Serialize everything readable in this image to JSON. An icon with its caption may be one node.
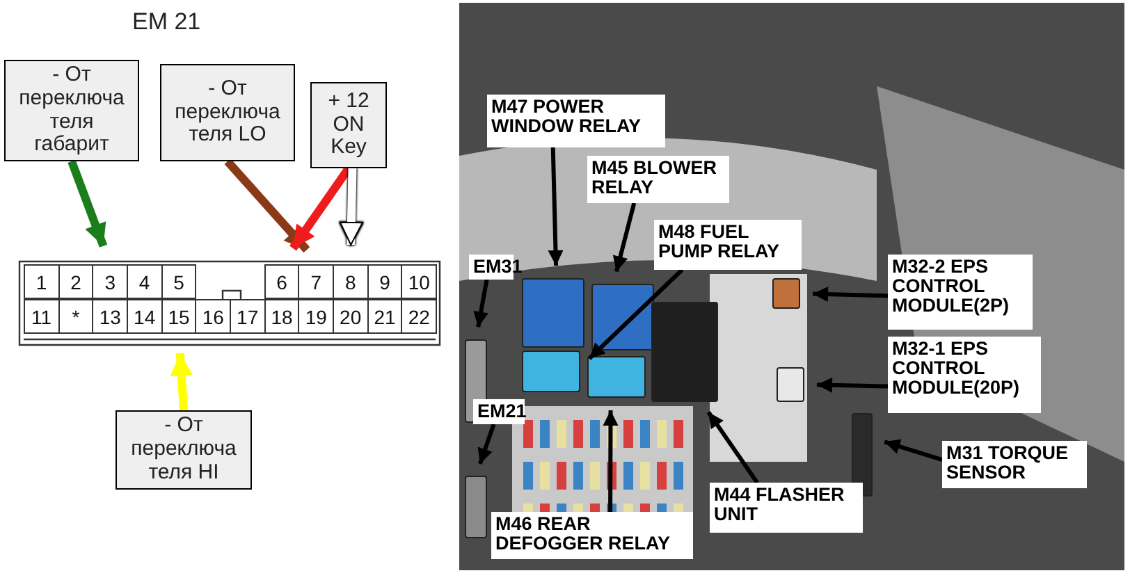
{
  "diagram": {
    "title": "EM 21",
    "nodes": [
      {
        "text": [
          "- От переключа теля габарит"
        ]
      },
      {
        "text": [
          "- От переключа теля LO"
        ]
      },
      {
        "text": [
          "+ 12 ON Key"
        ]
      },
      {
        "text": [],
        "shape": "box"
      },
      {
        "text": [
          "1"
        ],
        "in": 3
      },
      {
        "text": [
          "2"
        ],
        "in": 3
      },
      {
        "text": [
          "3"
        ],
        "in": 3
      },
      {
        "text": [
          "4"
        ],
        "in": 3
      },
      {
        "text": [
          "5"
        ],
        "in": 3
      },
      {
        "text": [
          "6"
        ],
        "in": 3
      },
      {
        "text": [
          "7"
        ],
        "in": 3
      },
      {
        "text": [
          "8"
        ],
        "in": 3
      },
      {
        "text": [
          "9"
        ],
        "in": 3
      },
      {
        "text": [
          "10"
        ],
        "in": 3
      },
      {
        "text": [
          "11"
        ],
        "in": 3
      },
      {
        "text": [
          "*"
        ],
        "in": 3
      },
      {
        "text": [
          "13"
        ],
        "in": 3
      },
      {
        "text": [
          "14"
        ],
        "in": 3
      },
      {
        "text": [
          "15"
        ],
        "in": 3
      },
      {
        "text": [
          "16"
        ],
        "in": 3
      },
      {
        "text": [
          "17"
        ],
        "in": 3
      },
      {
        "text": [
          "18"
        ],
        "in": 3
      },
      {
        "text": [
          "19"
        ],
        "in": 3
      },
      {
        "text": [
          "20"
        ],
        "in": 3
      },
      {
        "text": [
          "21"
        ],
        "in": 3
      },
      {
        "text": [
          "22"
        ],
        "in": 3
      },
      {
        "text": [
          "- От переключа теля HI"
        ]
      },
      {
        "text": [],
        "shape": "picture"
      },
      {
        "text": [
          "M47 POWER WINDOW RELAY"
        ],
        "in": 27
      },
      {
        "text": [
          "M45 BLOWER RELAY"
        ],
        "in": 27
      },
      {
        "text": [
          "M48 FUEL PUMP RELAY"
        ],
        "in": 27
      },
      {
        "text": [
          "EM31"
        ],
        "in": 27
      },
      {
        "text": [
          "M32-2 EPS CONTROL MODULE(2P)"
        ],
        "in": 27
      },
      {
        "text": [
          "M32-1 EPS CONTROL MODULE(20P)"
        ],
        "in": 27
      },
      {
        "text": [
          "EM21"
        ],
        "in": 27
      },
      {
        "text": [
          "M31 TORQUE SENSOR"
        ],
        "in": 27
      },
      {
        "text": [
          "M44 FLASHER UNIT"
        ],
        "in": 27
      },
      {
        "text": [
          "M46 REAR DEFOGGER RELAY"
        ],
        "in": 27
      },
      {
        "text": [],
        "shape": "box",
        "in": 27
      },
      {
        "text": [],
        "shape": "box",
        "in": 27
      },
      {
        "text": [],
        "shape": "box",
        "in": 27
      },
      {
        "text": [],
        "shape": "box",
        "in": 27
      },
      {
        "text": [],
        "shape": "box",
        "in": 27
      },
      {
        "text": [],
        "shape": "box",
        "in": 27
      },
      {
        "text": [],
        "shape": "box",
        "in": 27
      },
      {
        "text": [],
        "shape": "box",
        "in": 27
      },
      {
        "text": [],
        "shape": "box",
        "in": 27
      },
      {
        "text": [],
        "shape": "box",
        "in": 27
      }
    ],
    "edges": [
      {
        "from": 0,
        "to": 6,
        "arrow": "to",
        "style": "thick",
        "color": "#1a7f1a"
      },
      {
        "from": 1,
        "to": 10,
        "arrow": "to",
        "style": "thick",
        "color": "#8b3a17"
      },
      {
        "from": 2,
        "to": 9,
        "arrow": "to",
        "style": "thick",
        "color": "#ee1c1c"
      },
      {
        "from": 2,
        "to": 11,
        "arrow": "to",
        "style": "thick",
        "color": "#ffffff"
      },
      {
        "from": 26,
        "to": 18,
        "arrow": "to",
        "style": "thick",
        "color": "#ffff00"
      },
      {
        "from": 28,
        "to": 39,
        "arrow": "to"
      },
      {
        "from": 29,
        "to": 40,
        "arrow": "to"
      },
      {
        "from": 30,
        "to": 41,
        "arrow": "to"
      },
      {
        "from": 31,
        "to": 38,
        "arrow": "to"
      },
      {
        "from": 32,
        "to": 45,
        "arrow": "to"
      },
      {
        "from": 33,
        "to": 46,
        "arrow": "to"
      },
      {
        "from": 34,
        "to": 44,
        "arrow": "to"
      },
      {
        "from": 35,
        "to": 47,
        "arrow": "to"
      },
      {
        "from": 36,
        "to": 43,
        "arrow": "to"
      },
      {
        "from": 37,
        "to": 42,
        "arrow": "to"
      }
    ]
  }
}
